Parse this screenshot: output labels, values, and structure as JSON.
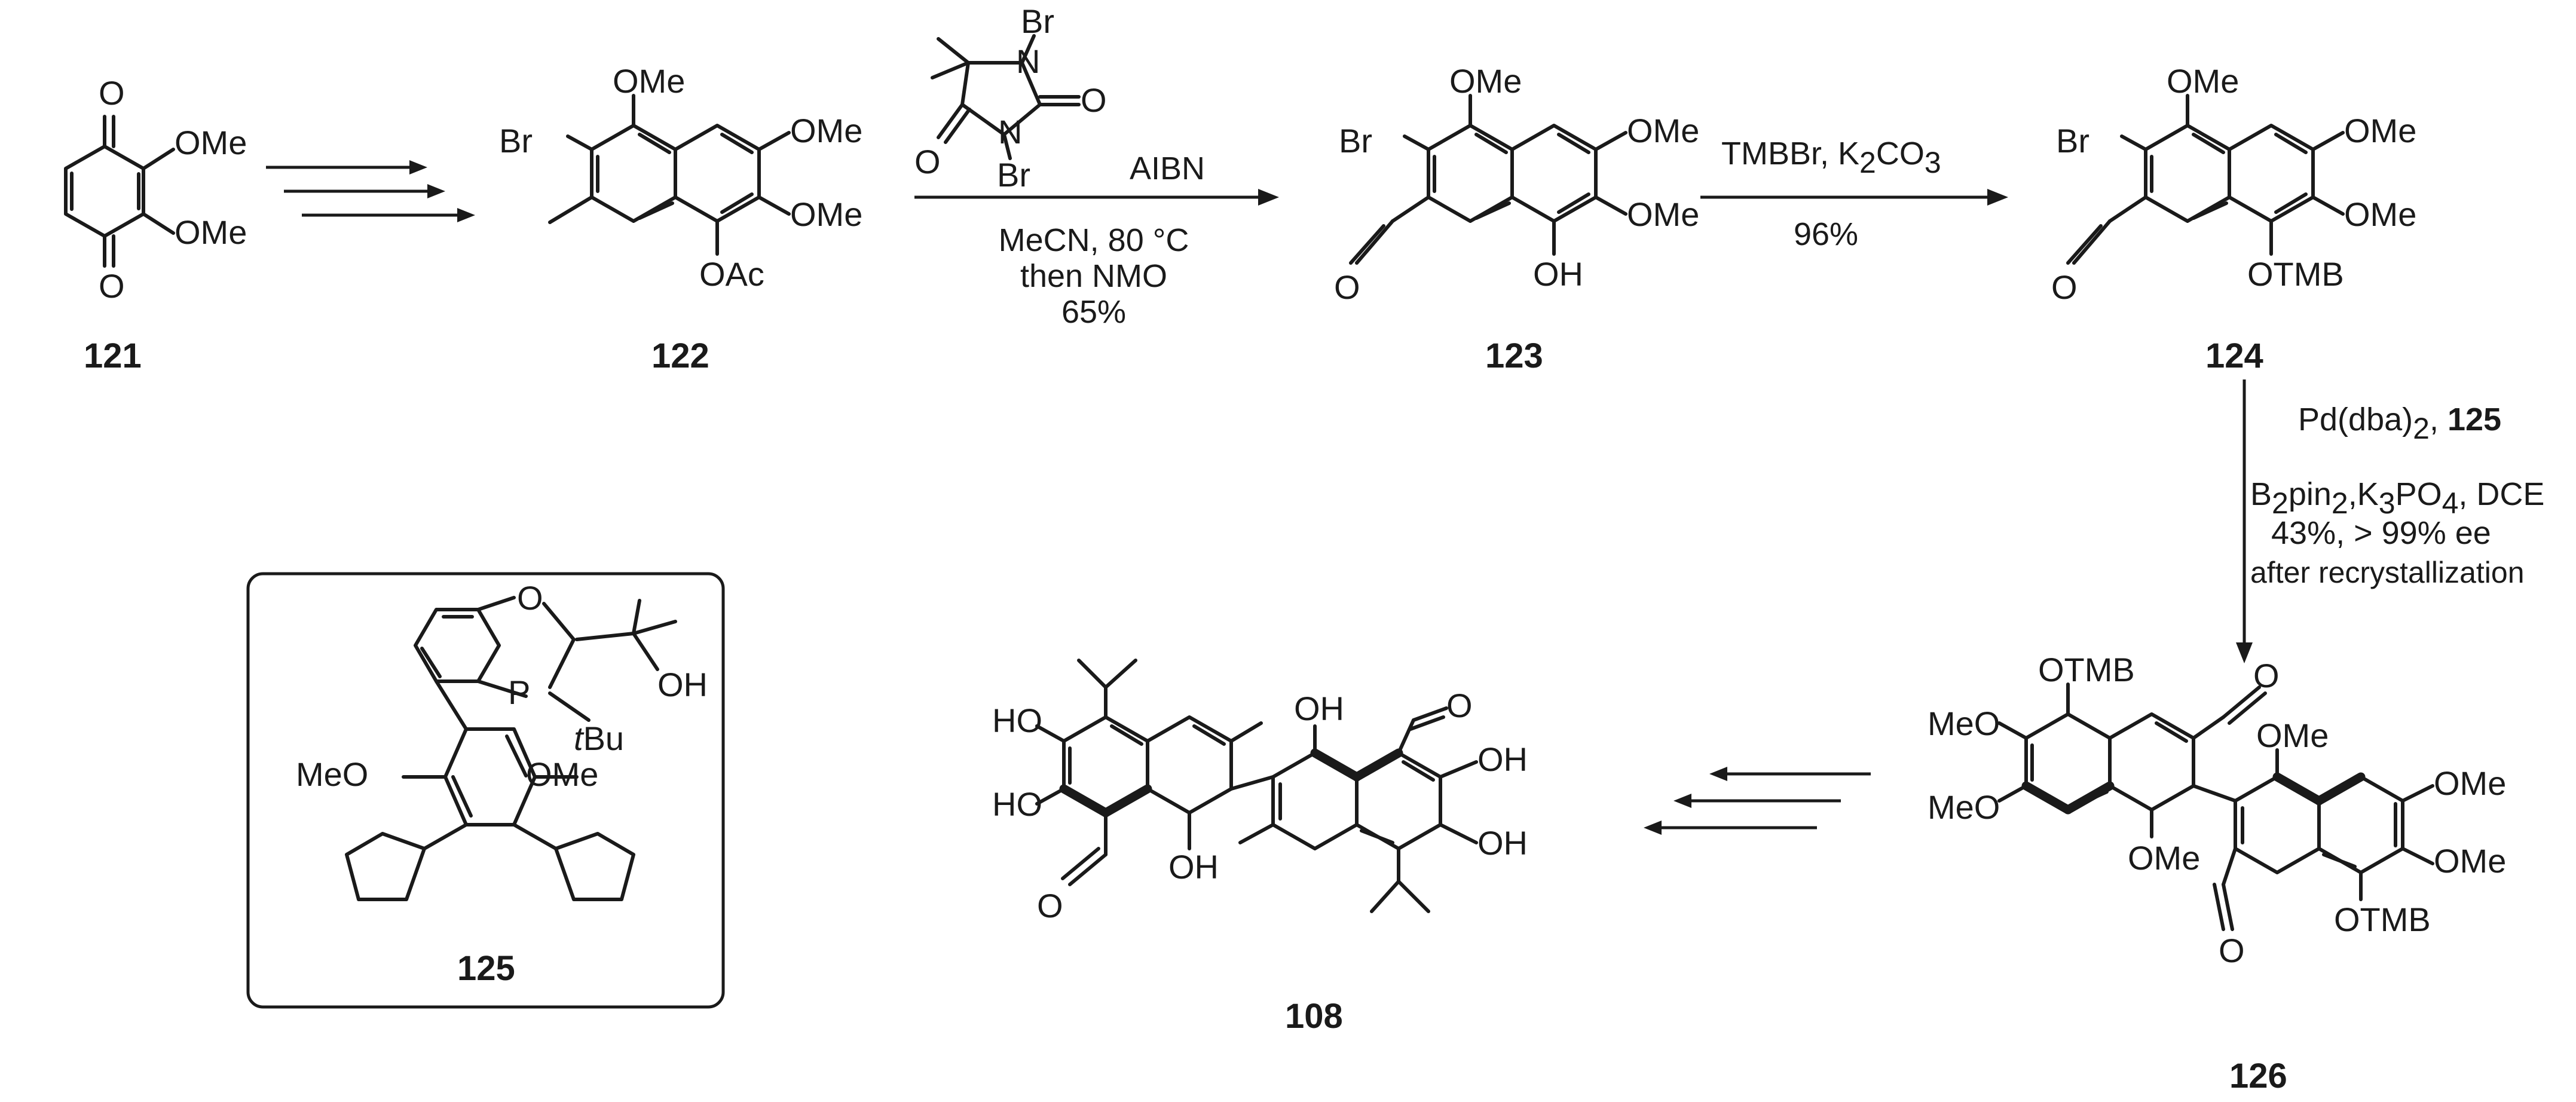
{
  "compounds": {
    "c121": "121",
    "c122": "122",
    "c123": "123",
    "c124": "124",
    "c125": "125",
    "c126": "126",
    "c108": "108"
  },
  "atoms": {
    "O": "O",
    "OMe": "OMe",
    "MeO": "MeO",
    "Br": "Br",
    "OAc": "OAc",
    "OH": "OH",
    "HO": "HO",
    "OTMB": "OTMB",
    "N": "N",
    "P": "P",
    "tBu_t": "t",
    "tBu_rest": "Bu"
  },
  "conditions": {
    "step2_line1": "AIBN",
    "step2_line2": "MeCN, 80 °C",
    "step2_line3": "then NMO",
    "step2_line4": "65%",
    "step3_pre": "TMBBr, K",
    "step3_sub": "2",
    "step3_post": "CO",
    "step3_sub2": "3",
    "step3_yield": "96%",
    "step4_line1_pre": "Pd(dba)",
    "step4_line1_sub": "2",
    "step4_line1_post": ", ",
    "step4_line1_cmpd": "125",
    "step4_l2_a": "B",
    "step4_l2_sub1": "2",
    "step4_l2_b": "pin",
    "step4_l2_sub2": "2",
    "step4_l2_c": ",K",
    "step4_l2_sub3": "3",
    "step4_l2_d": "PO",
    "step4_l2_sub4": "4",
    "step4_l2_e": ", DCE",
    "step4_line3": "43%, > 99% ee",
    "step4_line4": "after recrystallization"
  }
}
